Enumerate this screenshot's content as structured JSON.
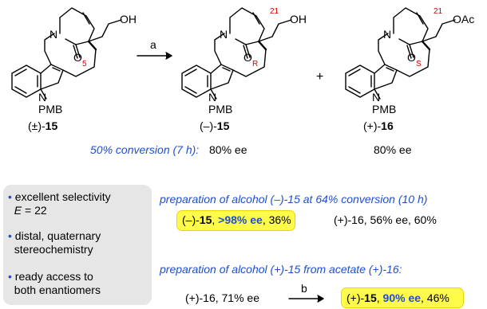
{
  "substrate": {
    "name_prefix": "(±)-",
    "name_num": "15",
    "oh": "OH",
    "n": "N",
    "o": "O",
    "pmb": "PMB",
    "stereo": "5"
  },
  "product1": {
    "name_prefix": "(–)-",
    "name_num": "15",
    "oh": "OH",
    "n": "N",
    "o": "O",
    "pmb": "PMB",
    "stereo": "R",
    "c21": "21"
  },
  "product2": {
    "name_prefix": "(+)-",
    "name_num": "16",
    "oac": "OAc",
    "n": "N",
    "o": "O",
    "pmb": "PMB",
    "stereo": "S",
    "c21": "21"
  },
  "arrow_a": "a",
  "plus": "+",
  "conversion": {
    "text": "50% conversion (7 h):",
    "ee1": "80% ee",
    "ee2": "80% ee"
  },
  "bullets": [
    {
      "line1": "excellent selectivity",
      "line2_em": "E",
      "line2_rest": " = 22"
    },
    {
      "line1": "distal, quaternary",
      "line2": "stereochemistry"
    },
    {
      "line1": "ready access to",
      "line2": "both enantiomers"
    }
  ],
  "prep1": {
    "title": "preparation of alcohol (–)-15 at 64% conversion (10 h)",
    "hl_prefix": "(–)-",
    "hl_num": "15",
    "hl_ee": ">98% ee",
    "hl_yield": ", 36%",
    "other": "(+)-16, 56% ee, 60%"
  },
  "prep2": {
    "title": "preparation of alcohol (+)-15 from acetate (+)-16:",
    "start": "(+)-16, 71% ee",
    "arrow_b": "b",
    "hl_prefix": "(+)-",
    "hl_num": "15",
    "hl_ee": "90% ee",
    "hl_yield": ", 46%"
  },
  "colors": {
    "accent": "#1f4fd0",
    "highlight": "#fffb4a",
    "stereo": "#d40000",
    "box": "#e6e6e6"
  }
}
